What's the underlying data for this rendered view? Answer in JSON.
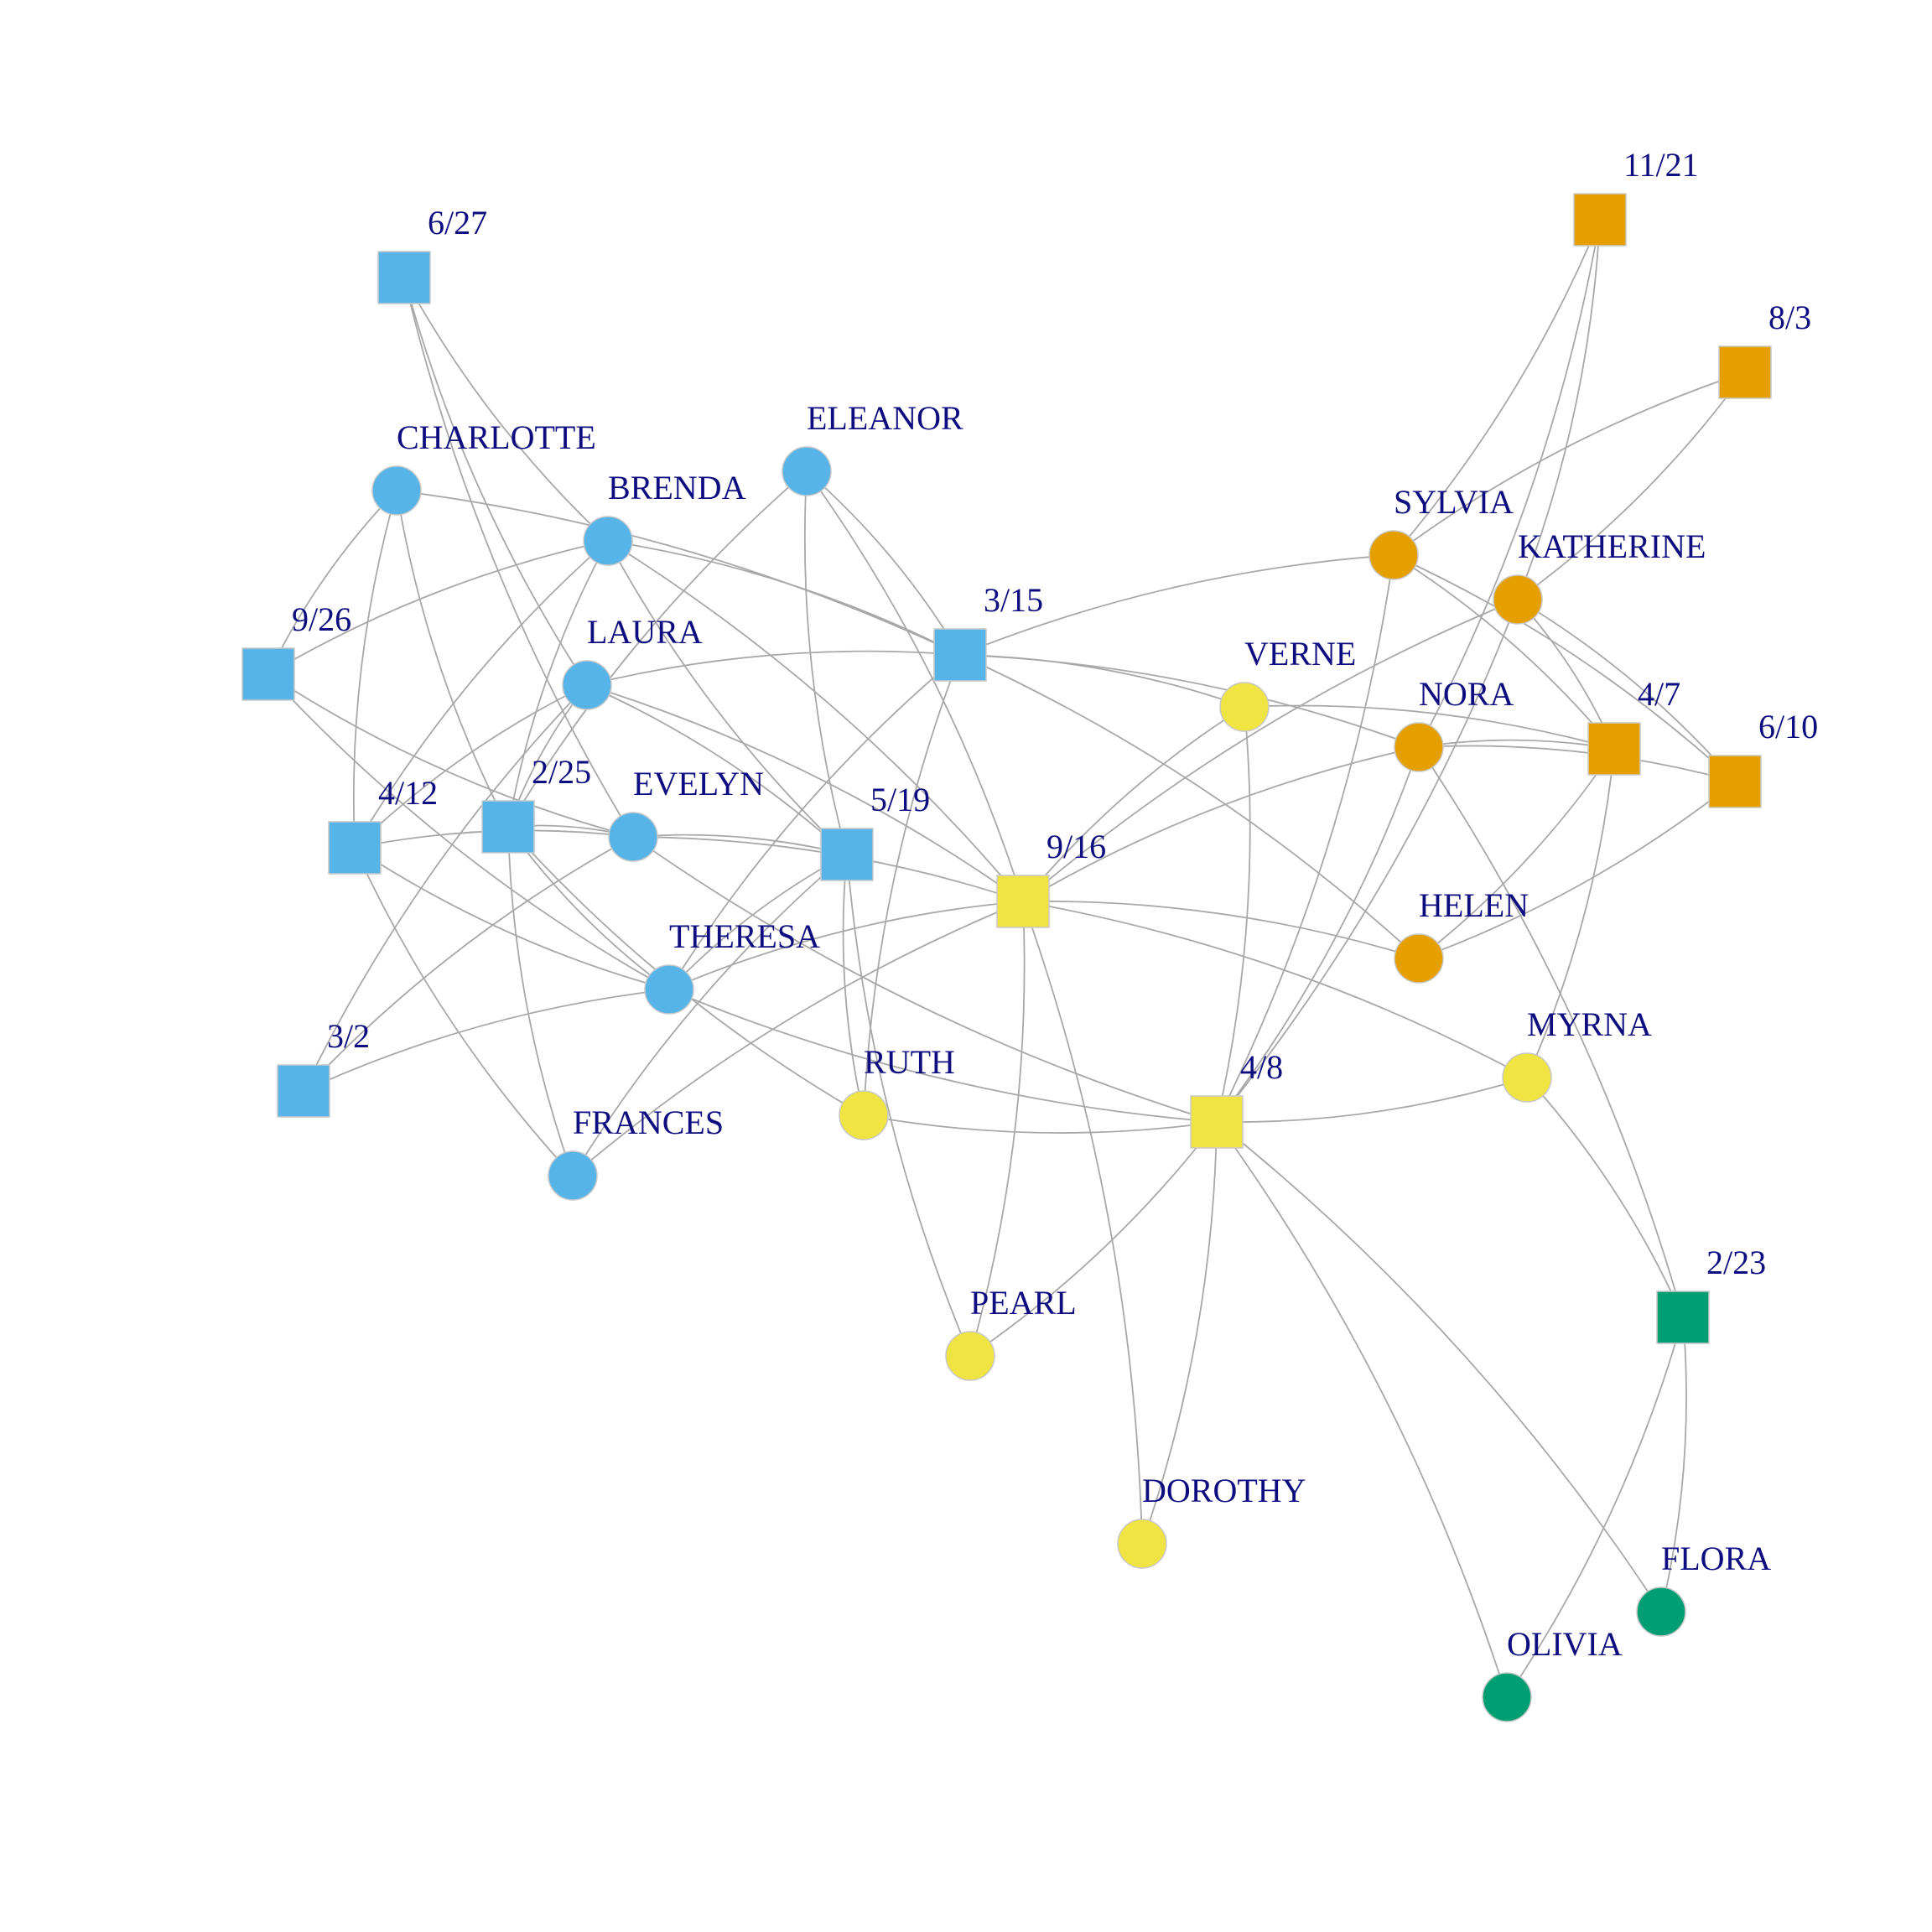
{
  "colors": {
    "blue": "#56B4E9",
    "orange": "#E69F00",
    "yellow": "#F0E442",
    "green": "#009E73",
    "edge": "#a8a8a8",
    "label": "#0d0d80"
  },
  "nodes": [
    {
      "id": "EVELYN",
      "label": "EVELYN",
      "kind": "woman",
      "group": "blue"
    },
    {
      "id": "LAURA",
      "label": "LAURA",
      "kind": "woman",
      "group": "blue"
    },
    {
      "id": "THERESA",
      "label": "THERESA",
      "kind": "woman",
      "group": "blue"
    },
    {
      "id": "BRENDA",
      "label": "BRENDA",
      "kind": "woman",
      "group": "blue"
    },
    {
      "id": "CHARLOTTE",
      "label": "CHARLOTTE",
      "kind": "woman",
      "group": "blue"
    },
    {
      "id": "FRANCES",
      "label": "FRANCES",
      "kind": "woman",
      "group": "blue"
    },
    {
      "id": "ELEANOR",
      "label": "ELEANOR",
      "kind": "woman",
      "group": "blue"
    },
    {
      "id": "PEARL",
      "label": "PEARL",
      "kind": "woman",
      "group": "yellow"
    },
    {
      "id": "RUTH",
      "label": "RUTH",
      "kind": "woman",
      "group": "yellow"
    },
    {
      "id": "VERNE",
      "label": "VERNE",
      "kind": "woman",
      "group": "yellow"
    },
    {
      "id": "MYRNA",
      "label": "MYRNA",
      "kind": "woman",
      "group": "yellow"
    },
    {
      "id": "KATHERINE",
      "label": "KATHERINE",
      "kind": "woman",
      "group": "orange"
    },
    {
      "id": "SYLVIA",
      "label": "SYLVIA",
      "kind": "woman",
      "group": "orange"
    },
    {
      "id": "NORA",
      "label": "NORA",
      "kind": "woman",
      "group": "orange"
    },
    {
      "id": "HELEN",
      "label": "HELEN",
      "kind": "woman",
      "group": "orange"
    },
    {
      "id": "DOROTHY",
      "label": "DOROTHY",
      "kind": "woman",
      "group": "yellow"
    },
    {
      "id": "OLIVIA",
      "label": "OLIVIA",
      "kind": "woman",
      "group": "green"
    },
    {
      "id": "FLORA",
      "label": "FLORA",
      "kind": "woman",
      "group": "green"
    },
    {
      "id": "6/27",
      "label": "6/27",
      "kind": "event",
      "group": "blue"
    },
    {
      "id": "3/2",
      "label": "3/2",
      "kind": "event",
      "group": "blue"
    },
    {
      "id": "4/12",
      "label": "4/12",
      "kind": "event",
      "group": "blue"
    },
    {
      "id": "9/26",
      "label": "9/26",
      "kind": "event",
      "group": "blue"
    },
    {
      "id": "2/25",
      "label": "2/25",
      "kind": "event",
      "group": "blue"
    },
    {
      "id": "5/19",
      "label": "5/19",
      "kind": "event",
      "group": "blue"
    },
    {
      "id": "3/15",
      "label": "3/15",
      "kind": "event",
      "group": "blue"
    },
    {
      "id": "9/16",
      "label": "9/16",
      "kind": "event",
      "group": "yellow"
    },
    {
      "id": "4/8",
      "label": "4/8",
      "kind": "event",
      "group": "yellow"
    },
    {
      "id": "6/10",
      "label": "6/10",
      "kind": "event",
      "group": "orange"
    },
    {
      "id": "2/23",
      "label": "2/23",
      "kind": "event",
      "group": "green"
    },
    {
      "id": "4/7",
      "label": "4/7",
      "kind": "event",
      "group": "orange"
    },
    {
      "id": "11/21",
      "label": "11/21",
      "kind": "event",
      "group": "orange"
    },
    {
      "id": "8/3",
      "label": "8/3",
      "kind": "event",
      "group": "orange"
    }
  ],
  "edges": [
    [
      "EVELYN",
      "6/27"
    ],
    [
      "EVELYN",
      "3/2"
    ],
    [
      "EVELYN",
      "4/12"
    ],
    [
      "EVELYN",
      "9/26"
    ],
    [
      "EVELYN",
      "2/25"
    ],
    [
      "EVELYN",
      "5/19"
    ],
    [
      "EVELYN",
      "9/16"
    ],
    [
      "EVELYN",
      "4/8"
    ],
    [
      "LAURA",
      "6/27"
    ],
    [
      "LAURA",
      "3/2"
    ],
    [
      "LAURA",
      "4/12"
    ],
    [
      "LAURA",
      "2/25"
    ],
    [
      "LAURA",
      "5/19"
    ],
    [
      "LAURA",
      "3/15"
    ],
    [
      "LAURA",
      "9/16"
    ],
    [
      "THERESA",
      "3/2"
    ],
    [
      "THERESA",
      "4/12"
    ],
    [
      "THERESA",
      "9/26"
    ],
    [
      "THERESA",
      "2/25"
    ],
    [
      "THERESA",
      "5/19"
    ],
    [
      "THERESA",
      "3/15"
    ],
    [
      "THERESA",
      "9/16"
    ],
    [
      "THERESA",
      "4/8"
    ],
    [
      "BRENDA",
      "6/27"
    ],
    [
      "BRENDA",
      "4/12"
    ],
    [
      "BRENDA",
      "9/26"
    ],
    [
      "BRENDA",
      "2/25"
    ],
    [
      "BRENDA",
      "5/19"
    ],
    [
      "BRENDA",
      "3/15"
    ],
    [
      "BRENDA",
      "9/16"
    ],
    [
      "CHARLOTTE",
      "4/12"
    ],
    [
      "CHARLOTTE",
      "9/26"
    ],
    [
      "CHARLOTTE",
      "2/25"
    ],
    [
      "CHARLOTTE",
      "3/15"
    ],
    [
      "FRANCES",
      "4/12"
    ],
    [
      "FRANCES",
      "2/25"
    ],
    [
      "FRANCES",
      "5/19"
    ],
    [
      "FRANCES",
      "9/16"
    ],
    [
      "ELEANOR",
      "2/25"
    ],
    [
      "ELEANOR",
      "5/19"
    ],
    [
      "ELEANOR",
      "3/15"
    ],
    [
      "ELEANOR",
      "9/16"
    ],
    [
      "PEARL",
      "5/19"
    ],
    [
      "PEARL",
      "9/16"
    ],
    [
      "PEARL",
      "4/8"
    ],
    [
      "RUTH",
      "2/25"
    ],
    [
      "RUTH",
      "5/19"
    ],
    [
      "RUTH",
      "3/15"
    ],
    [
      "RUTH",
      "4/8"
    ],
    [
      "VERNE",
      "3/15"
    ],
    [
      "VERNE",
      "9/16"
    ],
    [
      "VERNE",
      "4/8"
    ],
    [
      "VERNE",
      "4/7"
    ],
    [
      "MYRNA",
      "9/16"
    ],
    [
      "MYRNA",
      "4/8"
    ],
    [
      "MYRNA",
      "4/7"
    ],
    [
      "MYRNA",
      "2/23"
    ],
    [
      "KATHERINE",
      "9/16"
    ],
    [
      "KATHERINE",
      "4/8"
    ],
    [
      "KATHERINE",
      "4/7"
    ],
    [
      "KATHERINE",
      "6/10"
    ],
    [
      "KATHERINE",
      "11/21"
    ],
    [
      "KATHERINE",
      "8/3"
    ],
    [
      "SYLVIA",
      "3/15"
    ],
    [
      "SYLVIA",
      "4/8"
    ],
    [
      "SYLVIA",
      "4/7"
    ],
    [
      "SYLVIA",
      "6/10"
    ],
    [
      "SYLVIA",
      "11/21"
    ],
    [
      "SYLVIA",
      "8/3"
    ],
    [
      "NORA",
      "3/15"
    ],
    [
      "NORA",
      "9/16"
    ],
    [
      "NORA",
      "4/8"
    ],
    [
      "NORA",
      "4/7"
    ],
    [
      "NORA",
      "6/10"
    ],
    [
      "NORA",
      "11/21"
    ],
    [
      "NORA",
      "2/23"
    ],
    [
      "HELEN",
      "3/15"
    ],
    [
      "HELEN",
      "9/16"
    ],
    [
      "HELEN",
      "4/7"
    ],
    [
      "HELEN",
      "6/10"
    ],
    [
      "DOROTHY",
      "9/16"
    ],
    [
      "DOROTHY",
      "4/8"
    ],
    [
      "OLIVIA",
      "4/8"
    ],
    [
      "OLIVIA",
      "2/23"
    ],
    [
      "FLORA",
      "4/8"
    ],
    [
      "FLORA",
      "2/23"
    ]
  ]
}
